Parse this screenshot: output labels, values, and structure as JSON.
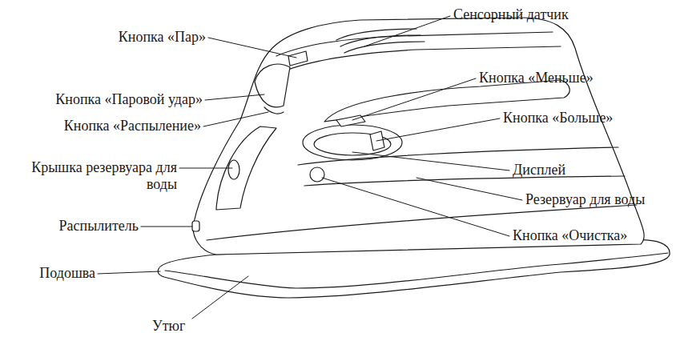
{
  "diagram": {
    "labels": [
      "Сенсорный датчик",
      "Кнопка «Пар»",
      "Кнопка «Меньше»",
      "Кнопка «Паровой удар»",
      "Кнопка «Больше»",
      "Кнопка «Распыление»",
      "Крышка резервуара для воды",
      "Дисплей",
      "Резервуар для воды",
      "Распылитель",
      "Кнопка «Очистка»",
      "Подошва",
      "Утюг"
    ]
  }
}
